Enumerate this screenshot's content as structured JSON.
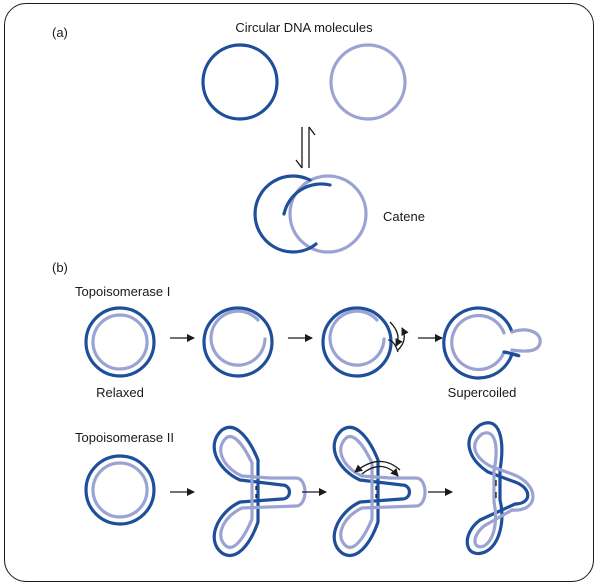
{
  "colors": {
    "dark_strand": "#1f4e9a",
    "light_strand": "#9ba3d2",
    "text": "#1a1a1a"
  },
  "panel_a": {
    "label": "(a)",
    "title": "Circular DNA molecules",
    "catene_label": "Catene"
  },
  "panel_b": {
    "label": "(b)",
    "topo1_label": "Topoisomerase I",
    "relaxed_label": "Relaxed",
    "supercoiled_label": "Supercoiled",
    "topo2_label": "Topoisomerase II"
  }
}
